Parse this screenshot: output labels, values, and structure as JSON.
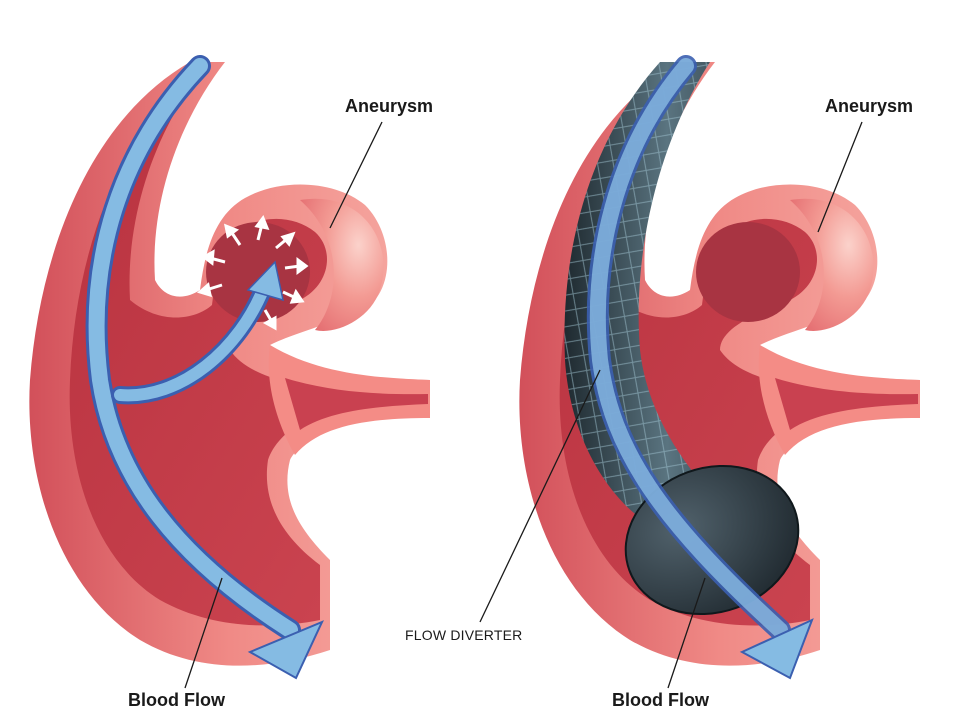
{
  "labels": {
    "left_aneurysm": "Aneurysm",
    "left_blood_flow": "Blood Flow",
    "right_aneurysm": "Aneurysm",
    "right_blood_flow": "Blood Flow",
    "flow_diverter": "FLOW DIVERTER"
  },
  "colors": {
    "vessel_outer": "#f07f7f",
    "vessel_inner": "#c9404c",
    "vessel_dark": "#a82a37",
    "vessel_highlight": "#f8b4ae",
    "flow_arrow": "#7fb5e0",
    "flow_arrow_edge": "#3b5fb0",
    "stent": "#2c3a42"
  }
}
